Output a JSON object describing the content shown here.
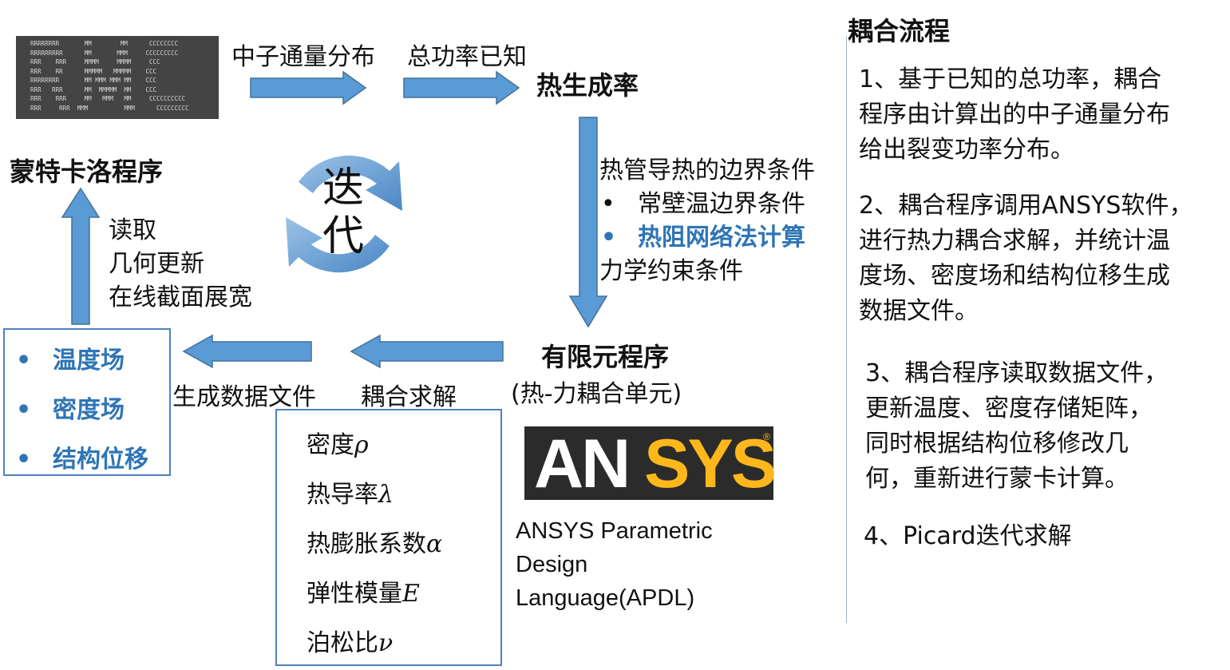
{
  "monte_carlo": {
    "logo_text": "RRRRRRRR       MM        MM      CCCCCCCC\nRRRRRRRRR      MM       MMM     CCCCCCCCC\nRRR    RRR     MMMM     MMMM     CCC\nRRR    RR      MMMMM   MMMMM    CCC\nRRRRRRRR       MM MMM MMM MM    CCC\nRRR   RRR      MM  MMMMM  MM    CCC\nRRR    RRR     MM   MMM   MM     CCCCCCCCCC\nRRR     RRR  MMM          MMM      CCCCCCCCC",
    "title": "蒙特卡洛程序"
  },
  "top_flow": {
    "label1": "中子通量分布",
    "label2": "总功率已知",
    "heat_rate": "热生成率"
  },
  "boundary": {
    "line1": "热管导热的边界条件",
    "bullet1": "常壁温边界条件",
    "bullet2": "热阻网络法计算",
    "line2": "力学约束条件"
  },
  "fem": {
    "title": "有限元程序",
    "subtitle": "(热-力耦合单元)"
  },
  "ansys": {
    "logo_left": "AN",
    "logo_right": "SYS",
    "reg": "®",
    "caption_line1": "ANSYS Parametric",
    "caption_line2": "Design",
    "caption_line3": "Language(APDL)"
  },
  "middle_flow": {
    "label_gen": "生成数据文件",
    "label_solve": "耦合求解"
  },
  "properties": [
    {
      "name": "密度",
      "symbol": "ρ"
    },
    {
      "name": "热导率",
      "symbol": "λ"
    },
    {
      "name": "热膨胀系数",
      "symbol": "α"
    },
    {
      "name": "弹性模量",
      "symbol": "E"
    },
    {
      "name": "泊松比",
      "symbol": "ν"
    }
  ],
  "fields": {
    "items": [
      "温度场",
      "密度场",
      "结构位移"
    ]
  },
  "read_update": {
    "line1": "读取",
    "line2": "几何更新",
    "line3": "在线截面展宽"
  },
  "iterate": {
    "char1": "迭",
    "char2": "代"
  },
  "coupling": {
    "title": "耦合流程",
    "step1_l1": "1、基于已知的总功率，耦合",
    "step1_l2": "程序由计算出的中子通量分布",
    "step1_l3": "给出裂变功率分布。",
    "step2_l1": "2、耦合程序调用ANSYS软件，",
    "step2_l2": "进行热力耦合求解，并统计温",
    "step2_l3": "度场、密度场和结构位移生成",
    "step2_l4": "数据文件。",
    "step3_l1": "3、耦合程序读取数据文件，",
    "step3_l2": "更新温度、密度存储矩阵，",
    "step3_l3": "同时根据结构位移修改几",
    "step3_l4": "何，重新进行蒙卡计算。",
    "step4": "4、Picard迭代求解"
  },
  "colors": {
    "arrow_fill": "#5b9bd5",
    "arrow_stroke": "#41719c",
    "accent_blue": "#2e75b6",
    "ansys_yellow": "#ffb71b",
    "box_border": "#4f81bd"
  }
}
